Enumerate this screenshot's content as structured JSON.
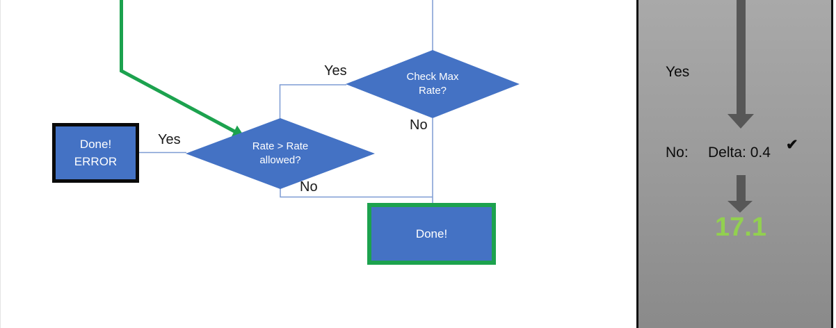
{
  "colors": {
    "shape_blue": "#4472C4",
    "connector_blue": "#7d9bd3",
    "accent_green": "#1CA24E",
    "value_green": "#92D050",
    "arrow_gray": "#575757",
    "border_black": "#0d0d0d",
    "label_black": "#1a1a1a"
  },
  "flowchart": {
    "decision_check_max": {
      "label": "Check Max Rate?"
    },
    "decision_rate_allowed": {
      "label": "Rate > Rate allowed?"
    },
    "terminator_error": {
      "line1": "Done!",
      "line2": "ERROR"
    },
    "terminator_done": {
      "label": "Done!"
    },
    "labels": {
      "yes_top": "Yes",
      "no_top": "No",
      "yes_left": "Yes",
      "no_bottom": "No"
    }
  },
  "panel": {
    "yes_label": "Yes",
    "no_label": "No:",
    "delta_label": "Delta: 0.4",
    "checkmark_glyph": "✔",
    "result_value": "17.1"
  }
}
